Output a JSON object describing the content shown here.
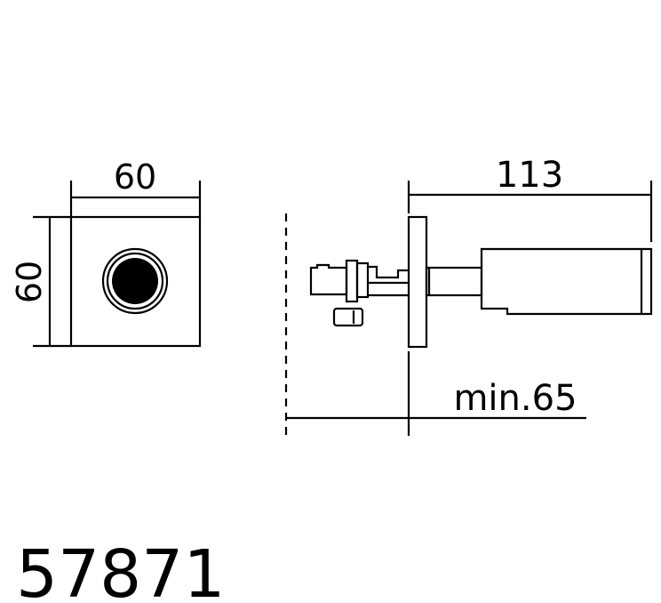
{
  "drawing": {
    "front_view": {
      "width_label": "60",
      "height_label": "60"
    },
    "side_view": {
      "length_label": "113",
      "min_depth_label": "min.65"
    },
    "product_code": "57871"
  }
}
